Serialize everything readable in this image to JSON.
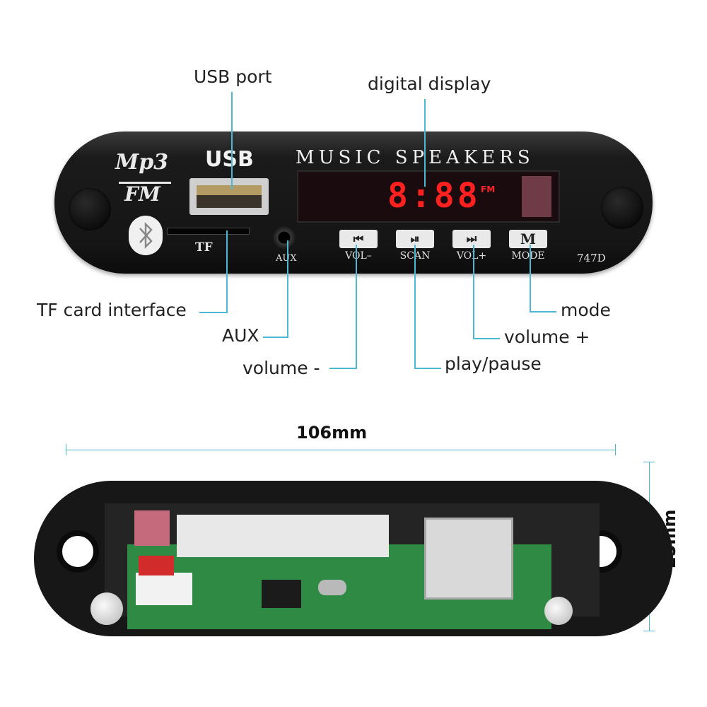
{
  "callouts": {
    "usb_port": "USB port",
    "digital_display": "digital display",
    "tf_card": "TF card interface",
    "aux": "AUX",
    "volume_minus": "volume -",
    "play_pause": "play/pause",
    "volume_plus": "volume +",
    "mode": "mode"
  },
  "panel": {
    "logo_top": "Mp3",
    "logo_bottom": "FM",
    "usb": "USB",
    "brand": "MUSIC SPEAKERS",
    "tf": "TF",
    "aux": "AUX",
    "display_digits": "8:88",
    "display_fm": "FM",
    "model": "747D",
    "buttons": [
      {
        "icon": "⏮",
        "label": "VOL–"
      },
      {
        "icon": "⏯",
        "label": "SCAN"
      },
      {
        "icon": "⏭",
        "label": "VOL+"
      },
      {
        "icon": "M",
        "label": "MODE"
      }
    ]
  },
  "dimensions": {
    "width": "106mm",
    "height": "25mm"
  },
  "colors": {
    "callout_line": "#4db8d6",
    "display_red": "#ff2020",
    "panel": "#151515"
  }
}
